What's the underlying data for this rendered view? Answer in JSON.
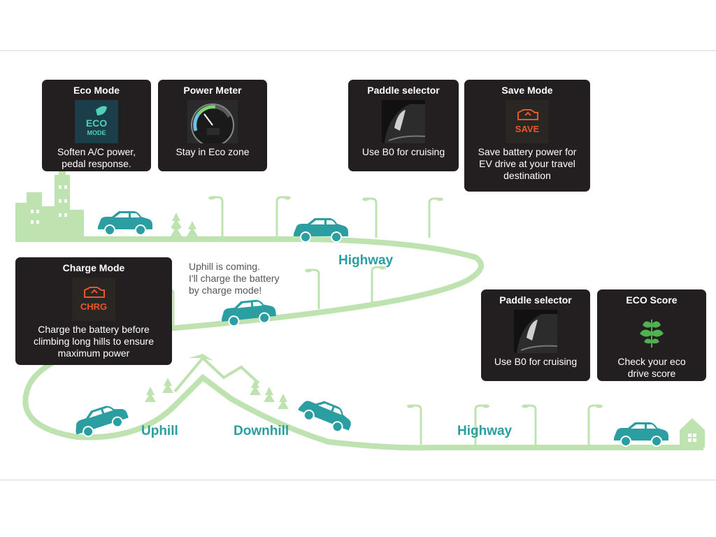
{
  "cards": [
    {
      "title": "Eco Mode",
      "icon": "eco-mode-icon",
      "lines": [
        "Soften A/C power,",
        "pedal response."
      ]
    },
    {
      "title": "Power Meter",
      "icon": "power-meter-icon",
      "lines": [
        "Stay in Eco zone"
      ]
    },
    {
      "title": "Paddle selector",
      "icon": "paddle-selector-icon",
      "lines": [
        "Use B0 for cruising"
      ]
    },
    {
      "title": "Save Mode",
      "icon": "save-mode-icon",
      "icon_text": "SAVE",
      "lines": [
        "Save battery power for",
        "EV drive at your travel",
        "destination"
      ]
    },
    {
      "title": "Charge Mode",
      "icon": "charge-mode-icon",
      "icon_text": "CHRG",
      "lines": [
        "Charge the battery before",
        "climbing long hills to ensure",
        "maximum power"
      ]
    },
    {
      "title": "Paddle selector",
      "icon": "paddle-selector-icon",
      "lines": [
        "Use B0 for cruising"
      ]
    },
    {
      "title": "ECO Score",
      "icon": "leaf-icon",
      "lines": [
        "Check your eco",
        "drive score"
      ]
    }
  ],
  "eco_badge": {
    "line1": "ECO",
    "line2": "MODE"
  },
  "speech": [
    "Uphill is coming.",
    "I'll charge the battery",
    "by charge mode!"
  ],
  "route_labels": {
    "highway_upper": "Highway",
    "uphill": "Uphill",
    "downhill": "Downhill",
    "highway_lower": "Highway"
  },
  "colors": {
    "road": "#bfe3b0",
    "car": "#2a9ea0",
    "label": "#2a9ea0",
    "card_bg": "#231f20",
    "save_orange": "#e8572a"
  }
}
